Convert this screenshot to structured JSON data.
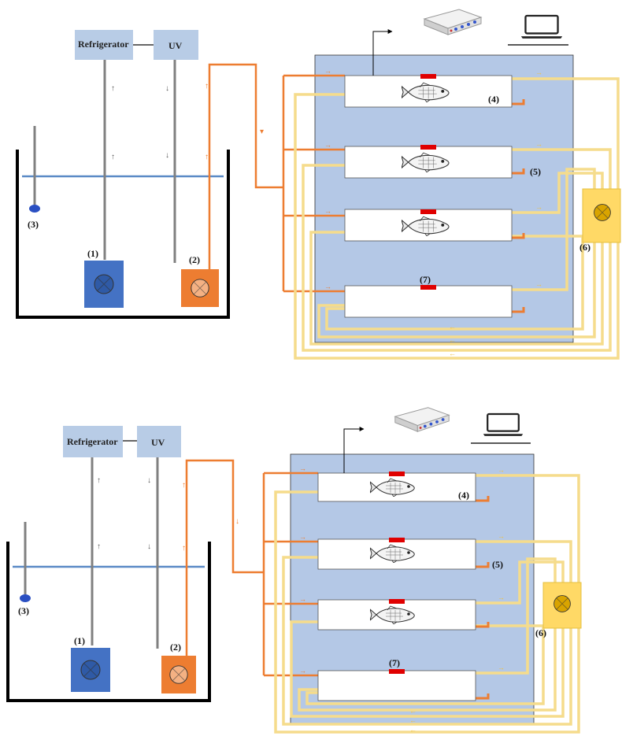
{
  "colors": {
    "tank_panel": "#b4c8e6",
    "chamber_fill": "#ffffff",
    "refrigerator_box": "#b8cce6",
    "pump1": "#4472c4",
    "pump2": "#ed7d31",
    "pump6": "#ffd966",
    "orange_pipe": "#ed7d31",
    "yellow_pipe": "#f5dc8c",
    "water_line": "#5b8ac6",
    "sensor_spot": "#e00000",
    "grey_pipe": "#808080"
  },
  "icons": {
    "oxygen_meter": "oxygen-meter-device-icon",
    "computer": "laptop-icon",
    "fish": "fish-icon",
    "airstone": "airstone-icon",
    "pump": "pump-icon"
  },
  "panels": [
    {
      "refrigerator_label": "Refrigerator",
      "uv_label": "UV",
      "labels": {
        "airstone": "(3)",
        "pump1": "(1)",
        "pump2": "(2)",
        "chamber4": "(4)",
        "chamber5": "(5)",
        "pump6": "(6)",
        "blank_chamber": "(7)"
      }
    },
    {
      "refrigerator_label": "Refrigerator",
      "uv_label": "UV",
      "labels": {
        "airstone": "(3)",
        "pump1": "(1)",
        "pump2": "(2)",
        "chamber4": "(4)",
        "chamber5": "(5)",
        "pump6": "(6)",
        "blank_chamber": "(7)"
      }
    }
  ]
}
